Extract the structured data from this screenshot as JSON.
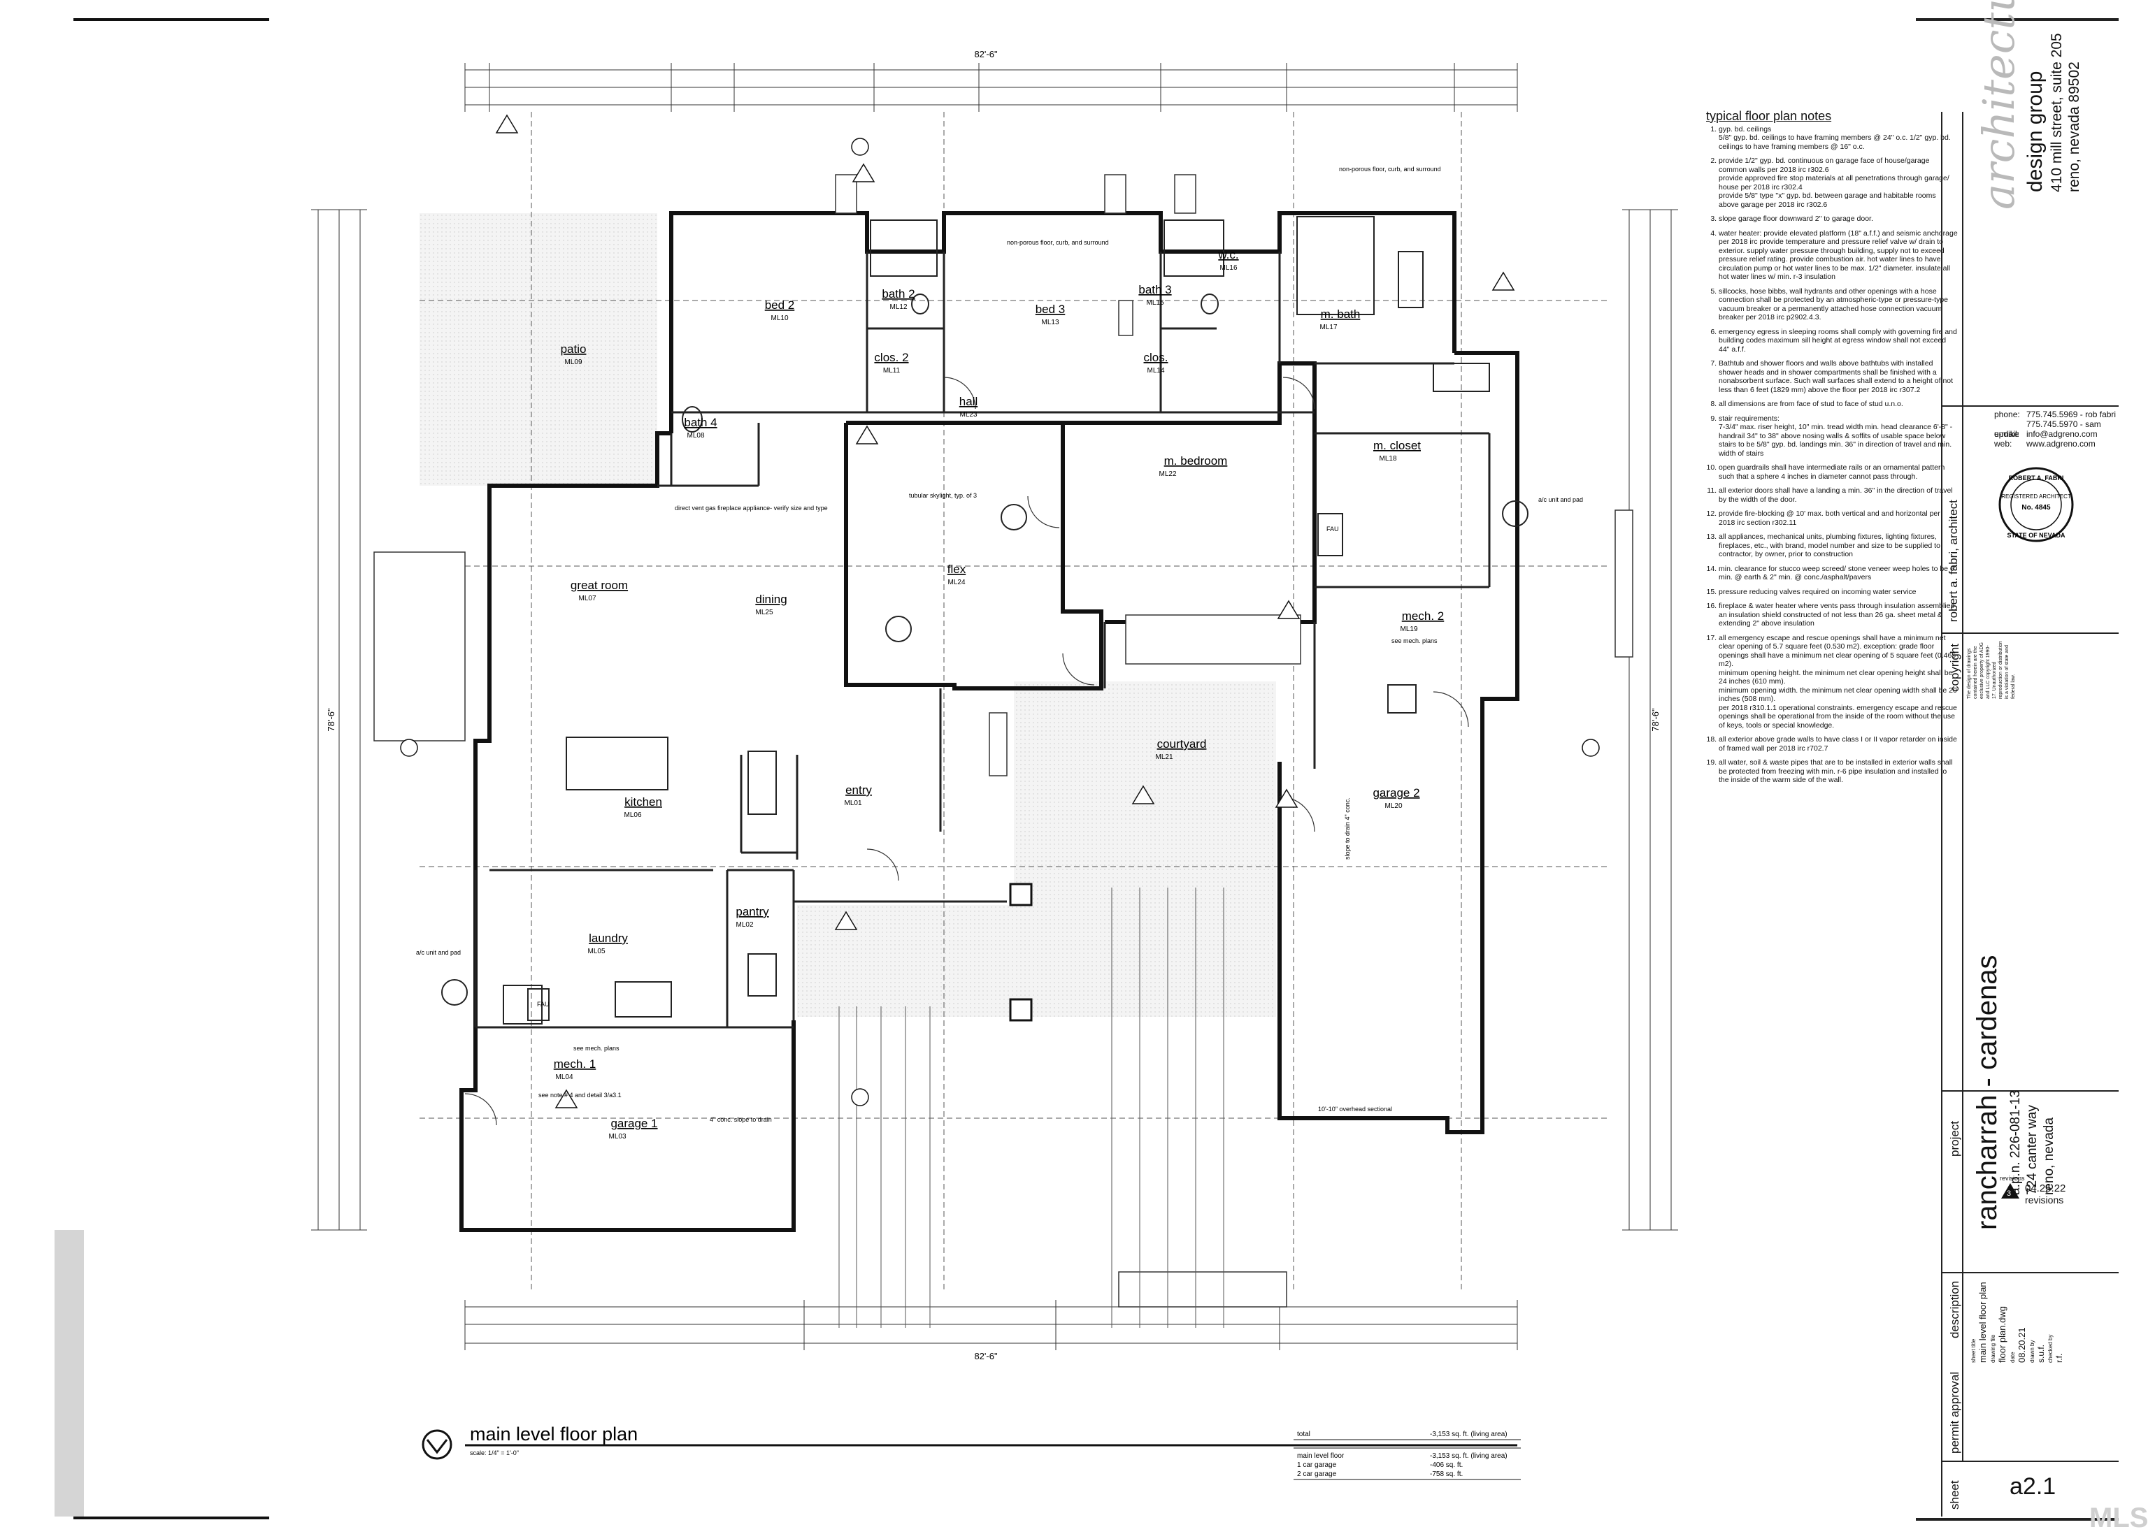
{
  "sheet_number": "a2.1",
  "drawing_title": "main level floor plan",
  "scale": "scale: 1/4\" = 1'-0\"",
  "overall_dim": "82'-6\"",
  "overall_depth": "78'-6\"",
  "rooms": [
    {
      "name": "bed 2",
      "code": "ML10"
    },
    {
      "name": "bath 2",
      "code": "ML12"
    },
    {
      "name": "clos. 2",
      "code": "ML11"
    },
    {
      "name": "bed 3",
      "code": "ML13"
    },
    {
      "name": "bath 3",
      "code": "ML15"
    },
    {
      "name": "clos.",
      "code": "ML14"
    },
    {
      "name": "w.c.",
      "code": "ML16"
    },
    {
      "name": "m. bath",
      "code": "ML17"
    },
    {
      "name": "patio",
      "code": "ML09"
    },
    {
      "name": "bath 4",
      "code": "ML08"
    },
    {
      "name": "hall",
      "code": "ML23"
    },
    {
      "name": "m. closet",
      "code": "ML18"
    },
    {
      "name": "m. bedroom",
      "code": "ML22"
    },
    {
      "name": "great room",
      "code": "ML07"
    },
    {
      "name": "flex",
      "code": "ML24"
    },
    {
      "name": "dining",
      "code": "ML25"
    },
    {
      "name": "mech. 2",
      "code": "ML19"
    },
    {
      "name": "courtyard",
      "code": "ML21"
    },
    {
      "name": "kitchen",
      "code": "ML06"
    },
    {
      "name": "entry",
      "code": "ML01"
    },
    {
      "name": "garage 2",
      "code": "ML20"
    },
    {
      "name": "pantry",
      "code": "ML02"
    },
    {
      "name": "laundry",
      "code": "ML05"
    },
    {
      "name": "mech. 1",
      "code": "ML04"
    },
    {
      "name": "garage 1",
      "code": "ML03"
    }
  ],
  "annotations": {
    "skylight": "tubular skylight, typ. of 3",
    "fireplace": "direct vent gas fireplace appliance- verify size and type",
    "ac_left": "a/c unit and pad",
    "ac_right": "a/c unit and pad",
    "nonporous_1": "non-porous floor, curb, and surround",
    "nonporous_2": "non-porous floor, curb, and surround",
    "mech_plans_1": "see mech. plans",
    "mech_plans_2": "see mech. plans",
    "note4": "see note # 4 and detail 3/a3.1",
    "conc_1": "4\" conc. slope to drain",
    "conc_2": "slope to drain 4\" conc.",
    "overhead_door": "10'-10\" overhead sectional",
    "faus": "FAU"
  },
  "area_table": {
    "total_label": "total",
    "total_value": "-3,153 sq. ft. (living area)",
    "rows": [
      {
        "label": "main level floor",
        "value": "-3,153 sq. ft. (living area)"
      },
      {
        "label": "1 car garage",
        "value": "-406 sq. ft."
      },
      {
        "label": "2 car garage",
        "value": "-758 sq. ft."
      }
    ]
  },
  "notes_title": "typical floor plan notes",
  "notes": [
    "gyp. bd. ceilings\n5/8\" gyp. bd. ceilings to have framing members @ 24\" o.c. 1/2\" gyp. bd. ceilings to have framing members @ 16\" o.c.",
    "provide 1/2\" gyp. bd. continuous on garage face of house/garage common walls per 2018 irc r302.6\nprovide approved fire stop materials at all penetrations through garage/ house per 2018 irc r302.4\nprovide 5/8\" type \"x\" gyp. bd. between garage and habitable rooms above garage per 2018 irc r302.6",
    "slope garage floor downward 2\" to garage door.",
    "water heater: provide elevated platform (18\" a.f.f.) and seismic anchorage per 2018 irc provide temperature and pressure relief valve w/ drain to exterior. supply water pressure through building, supply not to exceed pressure relief rating. provide combustion air. hot water lines to have circulation pump or hot water lines to be max. 1/2\" diameter. insulate all hot water lines w/ min. r-3 insulation",
    "sillcocks, hose bibbs, wall hydrants and other openings with a hose connection shall be protected by an atmospheric-type or pressure-type vacuum breaker or a permanently attached hose connection vacuum breaker per 2018 irc p2902.4.3.",
    "emergency egress in sleeping rooms shall comply with governing fire and building codes maximum sill height at egress window shall not exceed 44\" a.f.f.",
    "Bathtub and shower floors and walls above bathtubs with installed shower heads and in shower compartments shall be finished with a nonabsorbent surface. Such wall surfaces shall extend to a height of not less than 6 feet (1829 mm) above the floor per 2018 irc r307.2",
    "all dimensions are from face of stud to face of stud u.n.o.",
    "stair requirements:\n7-3/4\" max. riser height, 10\" min. tread width min. head clearance 6'-8\" - handrail 34\" to 38\" above nosing walls & soffits of usable space below stairs to be 5/8\" gyp. bd. landings min. 36\" in direction of travel and min. width of stairs",
    "open guardrails shall have intermediate rails or an ornamental pattern such that a sphere 4 inches in diameter cannot pass through.",
    "all exterior doors shall have a landing a min. 36\" in the direction of travel by the width of the door.",
    "provide fire-blocking @ 10' max. both vertical and and horizontal per 2018 irc section r302.11",
    "all appliances, mechanical units, plumbing fixtures, lighting fixtures, fireplaces, etc., with brand, model number and size to be supplied to contractor, by owner, prior to construction",
    "min. clearance for stucco weep screed/ stone veneer weep holes to be 6\" min. @ earth & 2\" min. @ conc./asphalt/pavers",
    "pressure reducing valves required on incoming water service",
    "fireplace & water heater where vents pass through insulation assemblies an insulation shield constructed of not less than 26 ga. sheet metal & extending 2\" above insulation",
    "all emergency escape and rescue openings shall have a minimum net clear opening of 5.7 square feet (0.530 m2). exception: grade floor openings shall have a minimum net clear opening of 5 square feet (0.465 m2).\nminimum opening height. the minimum net clear opening height shall be 24 inches (610 mm).\nminimum opening width. the minimum net clear opening width shall be 20 inches (508 mm).\nper 2018 r310.1.1 operational constraints. emergency escape and rescue openings shall be operational from the inside of the room without the use of keys, tools or special knowledge.",
    "all exterior above grade walls to have class I or II vapor retarder on inside of framed wall per 2018 irc r702.7",
    "all water, soil & waste pipes that are to be installed in exterior walls shall be protected from freezing with min. r-6 pipe insulation and installed to the inside of the warm side of the wall."
  ],
  "firm": {
    "name_script": "architectural",
    "name": "design group",
    "address1": "410 mill street, suite 205",
    "address2": "reno, nevada 89502",
    "contacts": [
      {
        "label": "phone:",
        "value": "775.745.5969 - rob fabri"
      },
      {
        "label": "",
        "value": "775.745.5970 - sam updike"
      },
      {
        "label": "e-mail:",
        "value": "info@adgreno.com"
      },
      {
        "label": "web:",
        "value": "www.adgreno.com"
      }
    ],
    "architect": "robert a. fabri, architect",
    "copyright_label": "copyright",
    "copyright_text": "The design of drawings contained herein are the exclusive property of ADG and LLC copyright 1990-17. Unauthorized reproduction or distribution is a violation of state and federal law."
  },
  "seal": {
    "top": "ROBERT A. FABRI",
    "middle": "REGISTERED ARCHITECT",
    "number": "No. 4845",
    "bottom": "STATE OF NEVADA"
  },
  "project": {
    "label": "project",
    "name": "rancharrah - cardenas",
    "apn": "a.p.n. 226-081-13",
    "address": "724 canter way",
    "city": "reno, nevada"
  },
  "revisions": {
    "label": "revisions",
    "date": "04.25.22",
    "number": "3",
    "text": "revisions"
  },
  "description": {
    "label": "description",
    "sheet_title_label": "sheet title",
    "sheet_title": "main level floor plan",
    "drawing_file_label": "drawing file",
    "drawing_file": "floor plan.dwg",
    "date_label": "date",
    "date": "08.20.21",
    "drawn_label": "drawn by",
    "drawn": "s.u.f.",
    "checked_label": "checked by",
    "checked": "r.f."
  },
  "phase_label": "permit approval",
  "sheet_label": "sheet",
  "watermark": "MLS"
}
